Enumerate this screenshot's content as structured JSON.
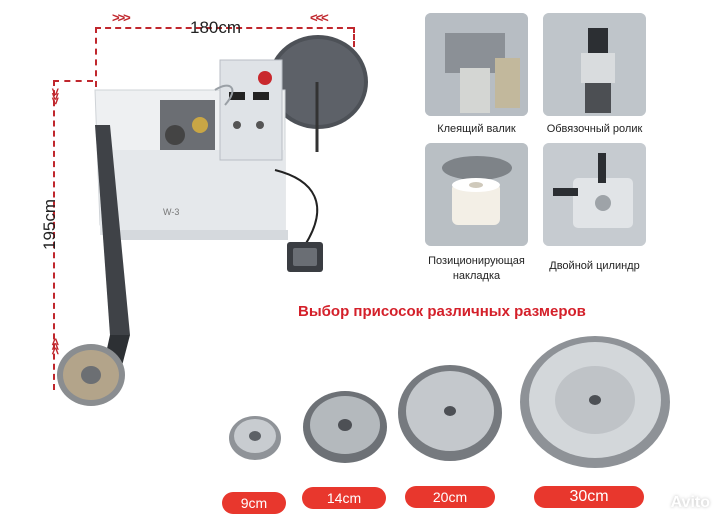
{
  "dimensions": {
    "width_label": "180cm",
    "height_label": "195cm"
  },
  "machine": {
    "model_label": "W-3"
  },
  "parts": [
    {
      "caption": "Клеящий валик"
    },
    {
      "caption": "Обвязочный ролик"
    },
    {
      "caption": "Позиционирующая накладка"
    },
    {
      "caption": "Двойной цилиндр"
    }
  ],
  "suction": {
    "heading": "Выбор присосок различных размеров",
    "sizes": [
      "9cm",
      "14cm",
      "20cm",
      "30cm"
    ]
  },
  "watermark": "Avito",
  "colors": {
    "accent_red": "#c0272d",
    "tag_red": "#e8372d",
    "heading_red": "#d4202a"
  }
}
